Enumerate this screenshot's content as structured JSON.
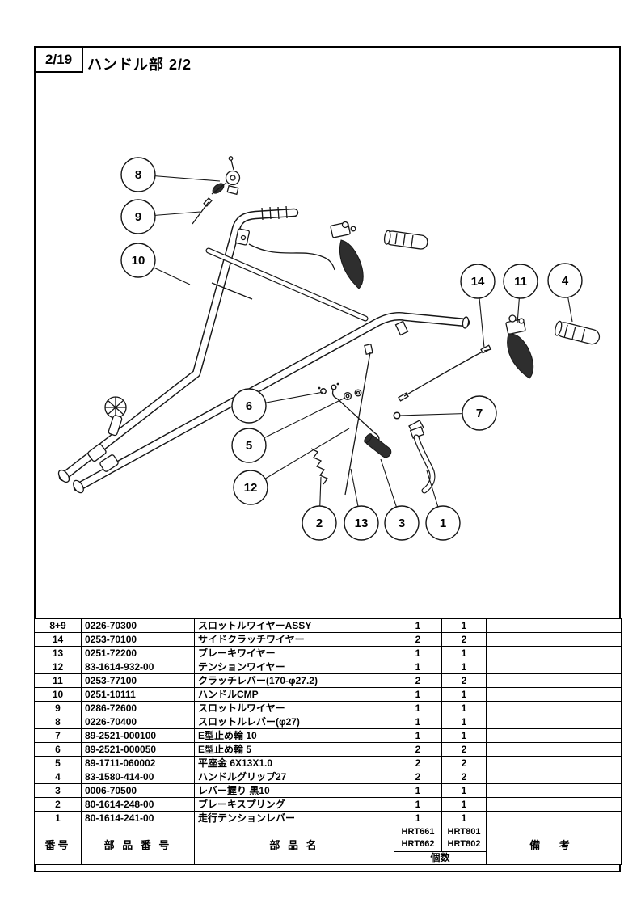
{
  "page": {
    "page_number": "2/19",
    "title": "ハンドル部 2/2"
  },
  "diagram": {
    "callouts": [
      {
        "label": "8"
      },
      {
        "label": "9"
      },
      {
        "label": "10"
      },
      {
        "label": "14"
      },
      {
        "label": "11"
      },
      {
        "label": "4"
      },
      {
        "label": "6"
      },
      {
        "label": "5"
      },
      {
        "label": "12"
      },
      {
        "label": "2"
      },
      {
        "label": "13"
      },
      {
        "label": "3"
      },
      {
        "label": "1"
      },
      {
        "label": "7"
      }
    ]
  },
  "table": {
    "rows": [
      {
        "no": "8+9",
        "part_number": "0226-70300",
        "part_name": "スロットルワイヤーASSY",
        "qty_a": "1",
        "qty_b": "1",
        "remarks": ""
      },
      {
        "no": "14",
        "part_number": "0253-70100",
        "part_name": "サイドクラッチワイヤー",
        "qty_a": "2",
        "qty_b": "2",
        "remarks": ""
      },
      {
        "no": "13",
        "part_number": "0251-72200",
        "part_name": "ブレーキワイヤー",
        "qty_a": "1",
        "qty_b": "1",
        "remarks": ""
      },
      {
        "no": "12",
        "part_number": "83-1614-932-00",
        "part_name": "テンションワイヤー",
        "qty_a": "1",
        "qty_b": "1",
        "remarks": ""
      },
      {
        "no": "11",
        "part_number": "0253-77100",
        "part_name": "クラッチレバー(170-φ27.2)",
        "qty_a": "2",
        "qty_b": "2",
        "remarks": ""
      },
      {
        "no": "10",
        "part_number": "0251-10111",
        "part_name": "ハンドルCMP",
        "qty_a": "1",
        "qty_b": "1",
        "remarks": ""
      },
      {
        "no": "9",
        "part_number": "0286-72600",
        "part_name": "スロットルワイヤー",
        "qty_a": "1",
        "qty_b": "1",
        "remarks": ""
      },
      {
        "no": "8",
        "part_number": "0226-70400",
        "part_name": "スロットルレバー(φ27)",
        "qty_a": "1",
        "qty_b": "1",
        "remarks": ""
      },
      {
        "no": "7",
        "part_number": "89-2521-000100",
        "part_name": "E型止め輪 10",
        "qty_a": "1",
        "qty_b": "1",
        "remarks": ""
      },
      {
        "no": "6",
        "part_number": "89-2521-000050",
        "part_name": "E型止め輪 5",
        "qty_a": "2",
        "qty_b": "2",
        "remarks": ""
      },
      {
        "no": "5",
        "part_number": "89-1711-060002",
        "part_name": "平座金 6X13X1.0",
        "qty_a": "2",
        "qty_b": "2",
        "remarks": ""
      },
      {
        "no": "4",
        "part_number": "83-1580-414-00",
        "part_name": "ハンドルグリップ27",
        "qty_a": "2",
        "qty_b": "2",
        "remarks": ""
      },
      {
        "no": "3",
        "part_number": "0006-70500",
        "part_name": "レバー握り 黒10",
        "qty_a": "1",
        "qty_b": "1",
        "remarks": ""
      },
      {
        "no": "2",
        "part_number": "80-1614-248-00",
        "part_name": "ブレーキスプリング",
        "qty_a": "1",
        "qty_b": "1",
        "remarks": ""
      },
      {
        "no": "1",
        "part_number": "80-1614-241-00",
        "part_name": "走行テンションレバー",
        "qty_a": "1",
        "qty_b": "1",
        "remarks": ""
      }
    ],
    "footer": {
      "no_label": "番号",
      "part_number_label": "部 品 番 号",
      "part_name_label": "部  品  名",
      "model_a_line1": "HRT661",
      "model_a_line2": "HRT662",
      "model_b_line1": "HRT801",
      "model_b_line2": "HRT802",
      "qty_label": "個数",
      "remarks_label": "備 考"
    }
  }
}
